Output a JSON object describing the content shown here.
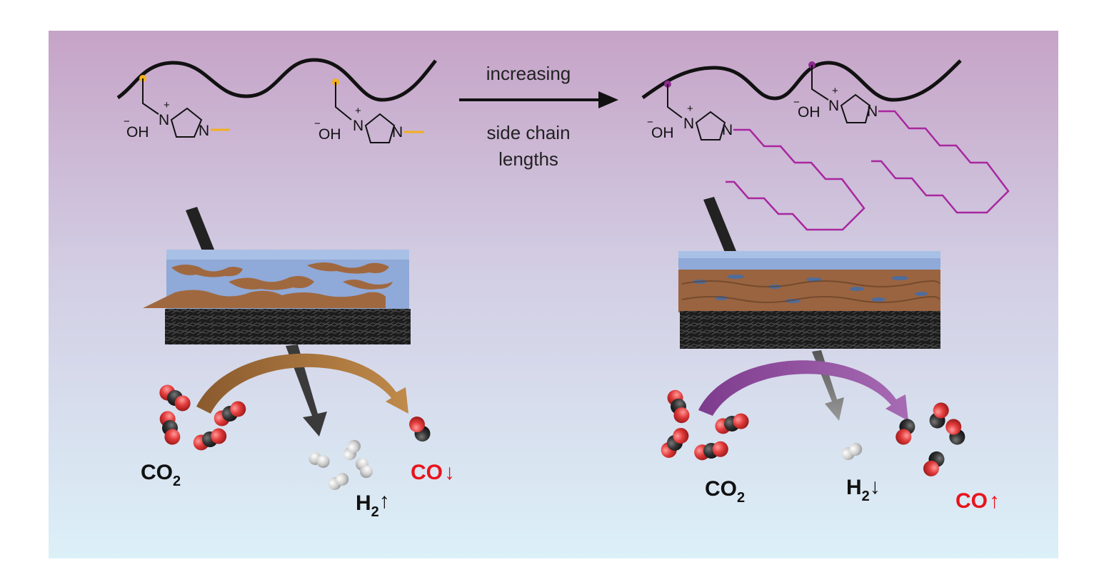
{
  "arrow": {
    "top_text": "increasing",
    "bottom_text_1": "side chain",
    "bottom_text_2": "lengths"
  },
  "labels": {
    "left_co2": "CO",
    "left_co2_sub": "2",
    "left_h2": "H",
    "left_h2_sub": "2",
    "left_h2_trend": "↑",
    "left_co": "CO",
    "left_co_trend": "↓",
    "right_co2": "CO",
    "right_co2_sub": "2",
    "right_h2": "H",
    "right_h2_sub": "2",
    "right_h2_trend": "↓",
    "right_co": "CO",
    "right_co_trend": "↑"
  },
  "chem": {
    "hydroxide": "OH",
    "neg_charge": "−",
    "pos_charge": "+",
    "nitrogen": "N"
  },
  "colors": {
    "background_top": "#c6a4c8",
    "background_bottom": "#dbeef7",
    "short_chain": "#f2b01e",
    "long_chain": "#a8279f",
    "brown_arrow": "#a8733d",
    "purple_arrow": "#8a4a96",
    "product_text_red": "#e8141c",
    "membrane_blue": "#8fa9d8",
    "membrane_brown": "#9a6440",
    "oxygen": "#d93a3a",
    "carbon": "#2a2a2a",
    "hydrogen": "#c8c8c8"
  }
}
